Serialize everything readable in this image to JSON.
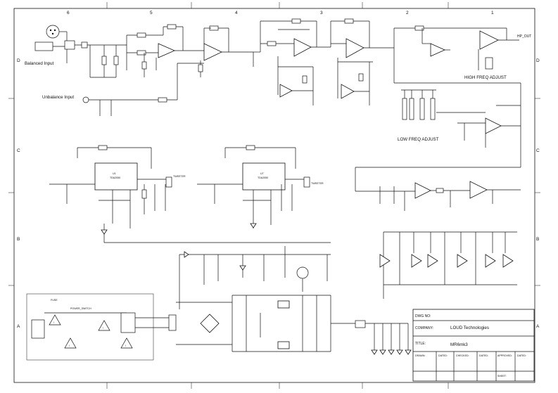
{
  "grid": {
    "columns": [
      "6",
      "5",
      "4",
      "3",
      "2",
      "1"
    ],
    "rows": [
      "D",
      "C",
      "B",
      "A"
    ]
  },
  "labels": {
    "balanced_input": "Balanced Input",
    "unbalanced_input": "Unbalance Input",
    "high_freq_adjust": "HIGH FREQ ADJUST",
    "low_freq_adjust": "LOW FREQ ADJUST",
    "tweeter_1": "TWEETER",
    "tweeter_2": "TWEETER",
    "amp_u1": "U1\nTDA2050",
    "amp_u2": "U7\nTDA2050",
    "power_switch": "POWER_SWITCH",
    "fuse": "FUSE",
    "hp_out": "HP_OUT"
  },
  "title_block": {
    "dwg_no_label": "DWG NO:",
    "company_label": "COMPANY:",
    "company_value": "LOUD Technologies",
    "title_label": "TITLE:",
    "title_value": "MR6mk3",
    "drawn_label": "DRAWN:",
    "dated_label": "DATED:",
    "checked_label": "CHECKED:",
    "approved_label": "APPROVED:",
    "sheet_label": "SHEET:"
  }
}
